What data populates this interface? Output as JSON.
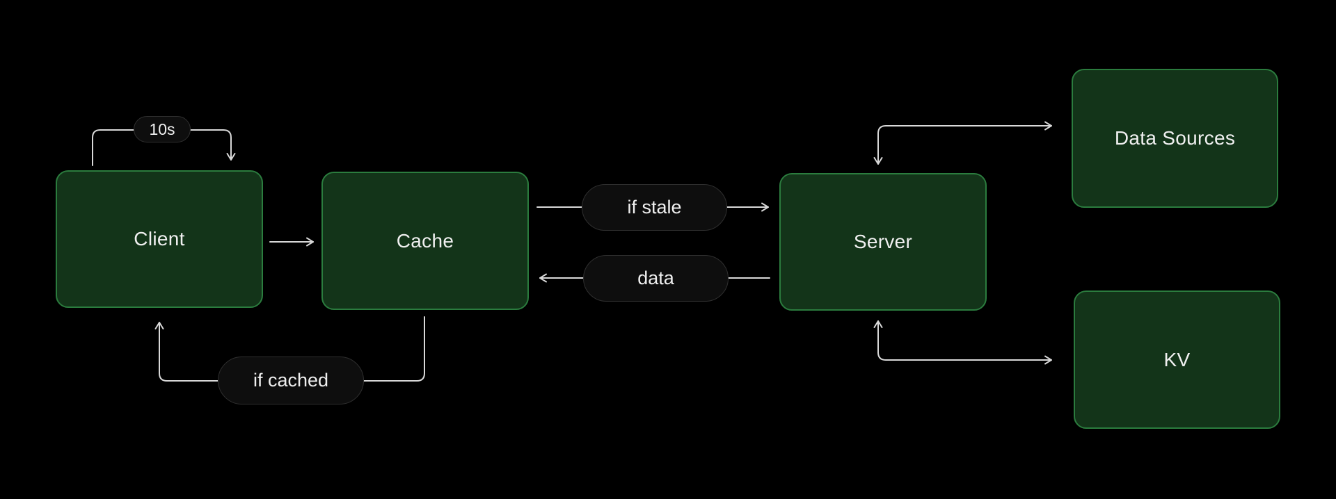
{
  "diagram": {
    "nodes": [
      {
        "id": "client",
        "label": "Client"
      },
      {
        "id": "cache",
        "label": "Cache"
      },
      {
        "id": "server",
        "label": "Server"
      },
      {
        "id": "data-sources",
        "label": "Data Sources"
      },
      {
        "id": "kv",
        "label": "KV"
      }
    ],
    "edge_labels": [
      {
        "id": "refresh-interval",
        "text": "10s"
      },
      {
        "id": "if-stale",
        "text": "if stale"
      },
      {
        "id": "data",
        "text": "data"
      },
      {
        "id": "if-cached",
        "text": "if cached"
      }
    ],
    "edges": [
      {
        "from": "client",
        "to": "client",
        "label": "10s",
        "bidirectional": false
      },
      {
        "from": "client",
        "to": "cache",
        "label": "",
        "bidirectional": false
      },
      {
        "from": "cache",
        "to": "server",
        "label": "if stale",
        "bidirectional": false
      },
      {
        "from": "server",
        "to": "cache",
        "label": "data",
        "bidirectional": false
      },
      {
        "from": "cache",
        "to": "client",
        "label": "if cached",
        "bidirectional": false
      },
      {
        "from": "server",
        "to": "data-sources",
        "label": "",
        "bidirectional": true
      },
      {
        "from": "server",
        "to": "kv",
        "label": "",
        "bidirectional": true
      }
    ],
    "colors": {
      "background": "#000000",
      "node_fill": "#133419",
      "node_border": "#2b7c3e",
      "node_text": "#f0f0f0",
      "pill_fill": "#0e0e0e",
      "pill_border": "#2f2f2f",
      "arrow": "#d9d9d9"
    }
  }
}
